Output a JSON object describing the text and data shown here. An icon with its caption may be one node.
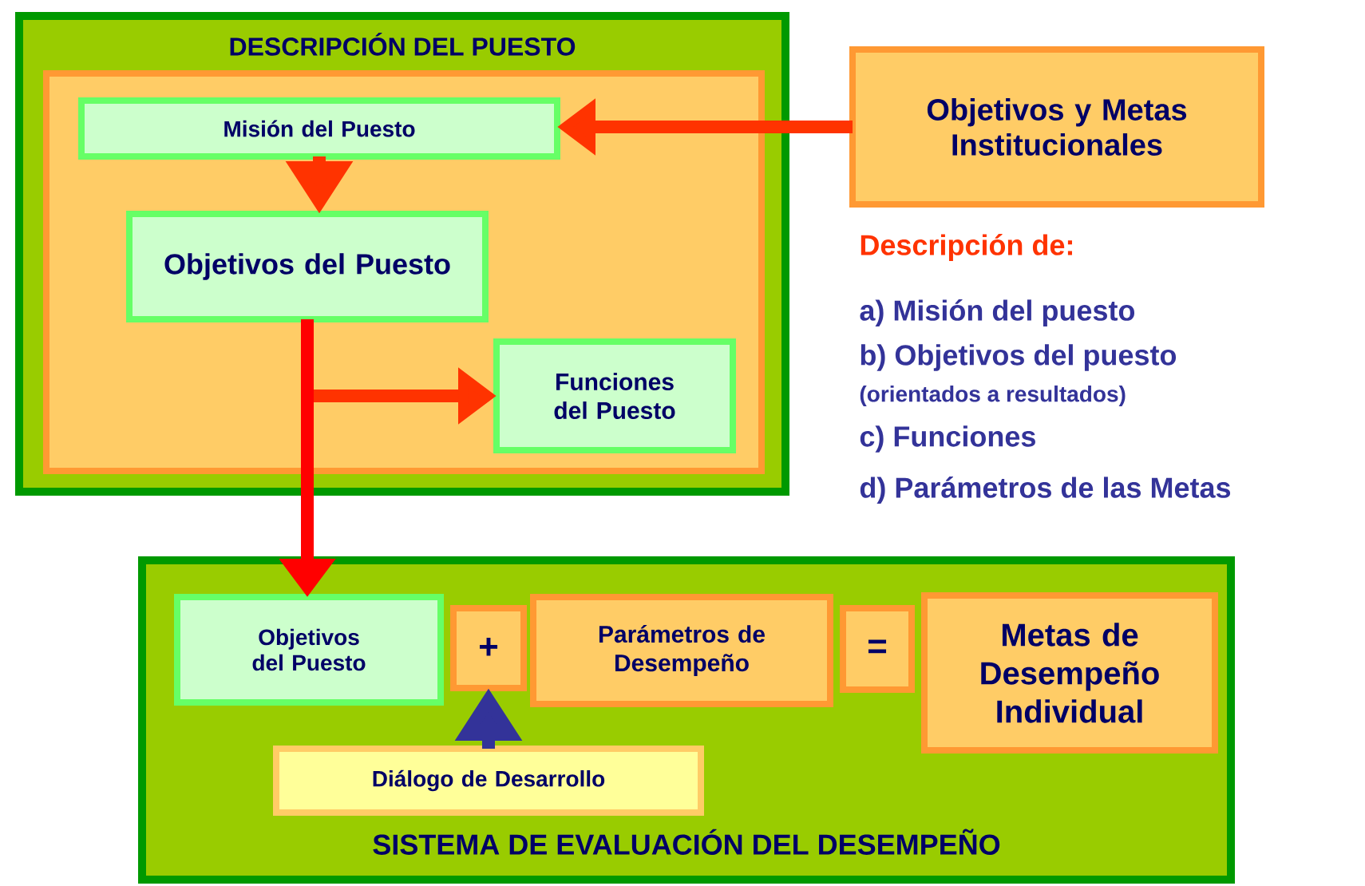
{
  "diagram": {
    "nodes": [
      {
        "text": [
          "DESCRIPCIÓN DEL PUESTO"
        ]
      },
      {
        "text": [],
        "shape": "box",
        "in": 0
      },
      {
        "text": [
          "Misión del Puesto"
        ],
        "in": 1
      },
      {
        "text": [
          "Objetivos del Puesto"
        ],
        "in": 1
      },
      {
        "text": [
          "Funciones del Puesto"
        ],
        "in": 1
      },
      {
        "text": [
          "Objetivos y Metas Institucionales"
        ]
      },
      {
        "text": [
          "SISTEMA DE EVALUACIÓN DEL DESEMPEÑO"
        ]
      },
      {
        "text": [
          "Objetivos del Puesto"
        ],
        "in": 6
      },
      {
        "text": [
          "+"
        ],
        "in": 6
      },
      {
        "text": [
          "Parámetros de Desempeño"
        ],
        "in": 6
      },
      {
        "text": [
          "="
        ],
        "in": 6
      },
      {
        "text": [
          "Metas de Desempeño Individual"
        ],
        "in": 6
      },
      {
        "text": [
          "Diálogo de Desarrollo"
        ],
        "in": 6
      }
    ],
    "edges": [
      {
        "from": 5,
        "to": 2,
        "arrow": "to"
      },
      {
        "from": 2,
        "to": 3,
        "arrow": "to"
      },
      {
        "from": 3,
        "to": 4,
        "arrow": "to"
      },
      {
        "from": 3,
        "to": 7,
        "arrow": "to",
        "color": "#ff0000"
      },
      {
        "from": 12,
        "to": 8,
        "arrow": "to",
        "color": "#333399"
      }
    ],
    "labels": [
      "Descripción de:",
      "a) Misión del puesto",
      "b) Objetivos del puesto",
      "(orientados a resultados)",
      "c) Funciones",
      "d) Parámetros de las Metas"
    ]
  }
}
